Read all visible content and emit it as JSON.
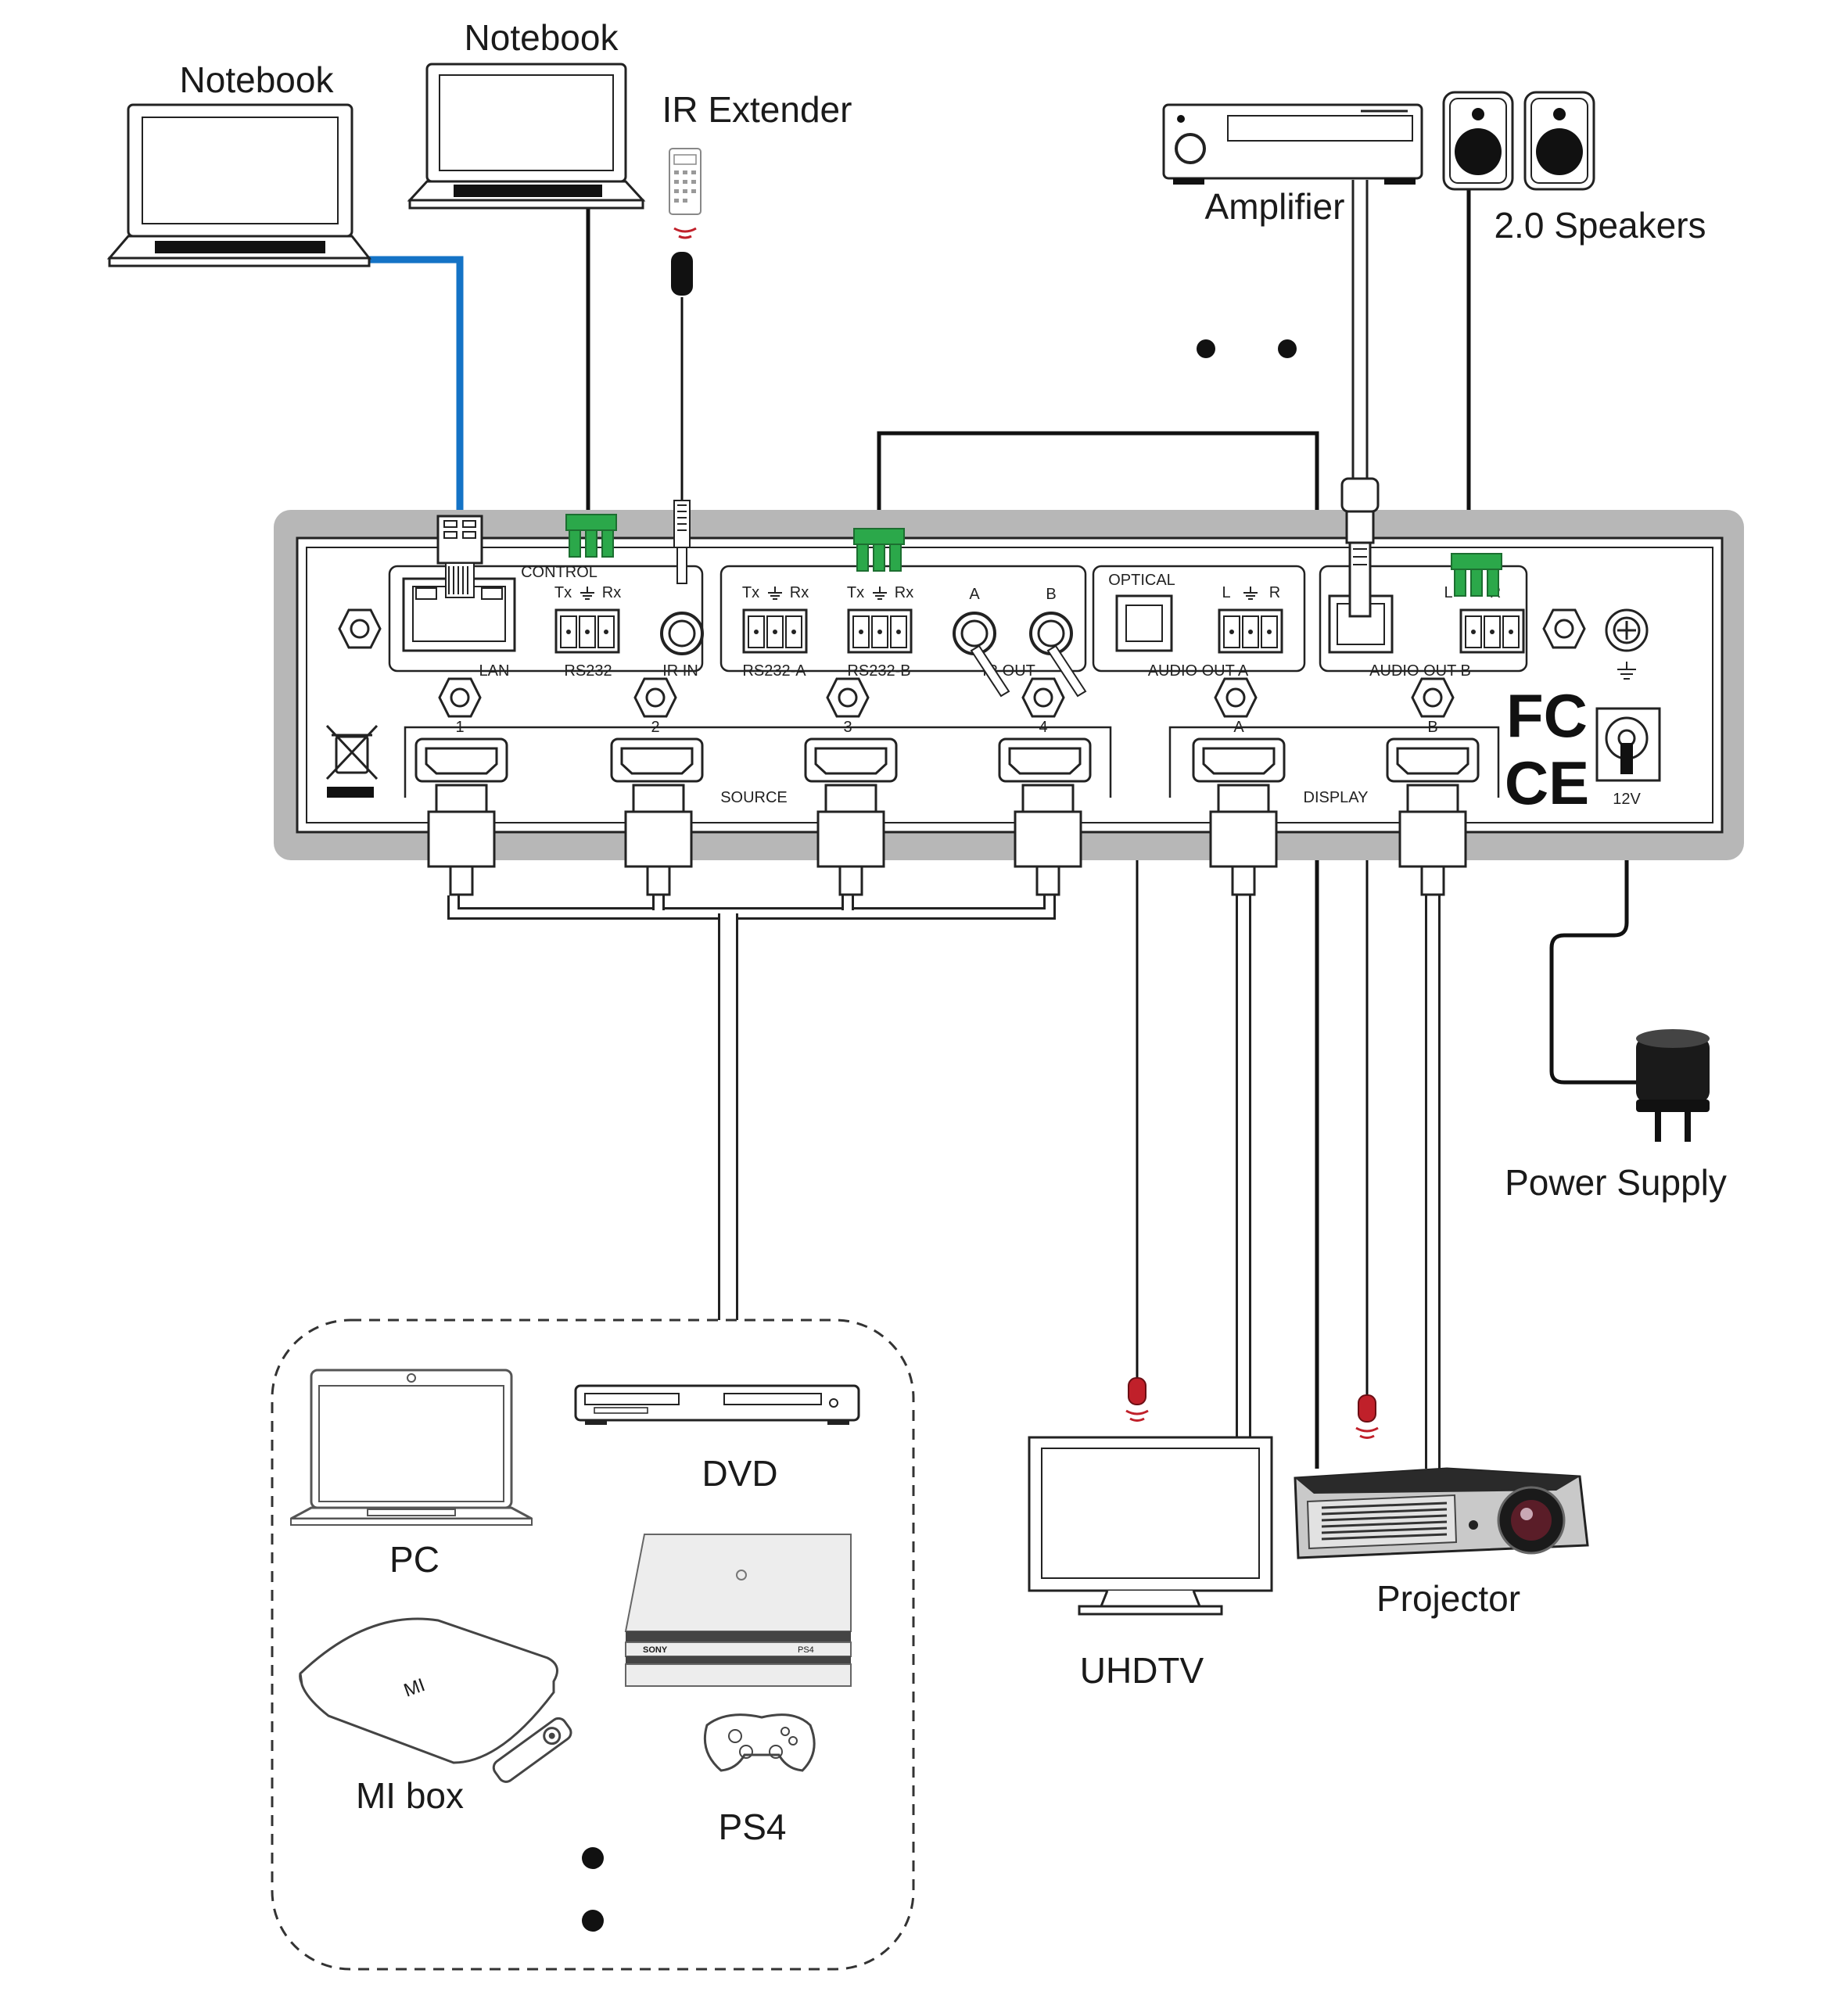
{
  "devices": {
    "notebook_left": "Notebook",
    "notebook_right": "Notebook",
    "ir_extender": "IR Extender",
    "amplifier": "Amplifier",
    "speakers": "2.0 Speakers",
    "power_supply": "Power Supply",
    "uhdtv": "UHDTV",
    "projector": "Projector"
  },
  "sources": {
    "pc": "PC",
    "dvd": "DVD",
    "mibox": "MI box",
    "ps4": "PS4",
    "mi_logo": "MI",
    "sony_logo": "SONY",
    "ps4_logo": "PS4"
  },
  "panel": {
    "control": "CONTROL",
    "lan": "LAN",
    "rs232": "RS232",
    "ir_in": "IR IN",
    "tx": "Tx",
    "rx": "Rx",
    "rs232a": "RS232-A",
    "rs232b": "RS232-B",
    "ir_a": "A",
    "ir_b": "B",
    "ir_out": "IR OUT",
    "optical": "OPTICAL",
    "left": "L",
    "right": "R",
    "audio_out_a": "AUDIO OUT A",
    "audio_out_b": "AUDIO OUT B",
    "in1": "1",
    "in2": "2",
    "in3": "3",
    "in4": "4",
    "source": "SOURCE",
    "out_a": "A",
    "out_b": "B",
    "display": "DISPLAY",
    "fc": "FC",
    "ce": "CE",
    "power_rating": "12V"
  },
  "colors": {
    "lan_cable": "#1473c6",
    "terminal": "#2ba84a",
    "ir_emitter": "#c0202a",
    "panel_frame": "#b7b7b7"
  }
}
